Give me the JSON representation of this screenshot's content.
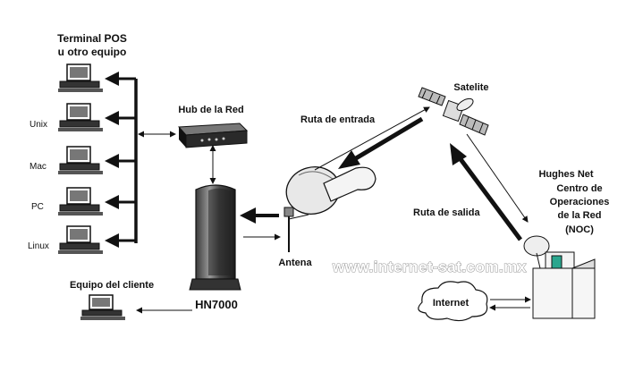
{
  "labels": {
    "terminal_line1": "Terminal POS",
    "terminal_line2": "u otro equipo",
    "unix": "Unix",
    "mac": "Mac",
    "pc": "PC",
    "linux": "Linux",
    "hub": "Hub de la Red",
    "client": "Equipo del cliente",
    "hn7000": "HN7000",
    "antenna": "Antena",
    "inbound_route": "Ruta de entrada",
    "outbound_route": "Ruta de salida",
    "satellite": "Satelite",
    "noc_line1": "Hughes Net",
    "noc_line2": "Centro de",
    "noc_line3": "Operaciones",
    "noc_line4": "de la Red",
    "noc_line5": "(NOC)",
    "internet": "Internet",
    "watermark": "www.internet-sat.com.mx"
  },
  "colors": {
    "ink": "#111111",
    "noc_accent": "#2aa68e",
    "watermark_stroke": "#9a9a9a"
  }
}
